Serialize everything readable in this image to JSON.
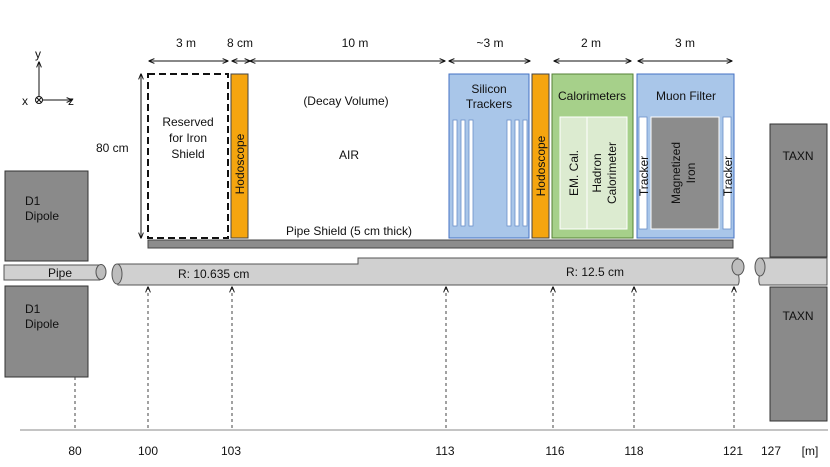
{
  "axes": {
    "y": "y",
    "x": "x",
    "z": "z"
  },
  "dimensions": {
    "iron_shield_width": "3 m",
    "hodoscope_width": "8 cm",
    "decay_volume_length": "10 m",
    "silicon_length": "~3 m",
    "calorimeter_length": "2 m",
    "muon_filter_length": "3 m",
    "height": "80 cm"
  },
  "labels": {
    "d1_dipole_top": [
      "D1",
      "Dipole"
    ],
    "d1_dipole_bottom": [
      "D1",
      "Dipole"
    ],
    "iron_shield": [
      "Reserved",
      "for Iron",
      "Shield"
    ],
    "hodoscope_1": "Hodoscope",
    "decay_volume": "(Decay Volume)",
    "air": "AIR",
    "silicon_trackers": [
      "Silicon",
      "Trackers"
    ],
    "hodoscope_2": "Hodoscope",
    "calorimeters": "Calorimeters",
    "em_cal": "EM. Cal.",
    "hadron_cal": [
      "Hadron",
      "Calorimeter"
    ],
    "muon_filter": "Muon Filter",
    "tracker_left": "Tracker",
    "magnetized_iron": [
      "Magnetized",
      "Iron"
    ],
    "tracker_right": "Tracker",
    "taxn_top": "TAXN",
    "taxn_bottom": "TAXN",
    "pipe_shield": "Pipe Shield (5 cm thick)",
    "pipe": "Pipe",
    "radius_1": "R: 10.635 cm",
    "radius_2": "R: 12.5 cm"
  },
  "axis_ticks": [
    "80",
    "100",
    "103",
    "113",
    "116",
    "118",
    "121",
    "127"
  ],
  "axis_unit": "[m]",
  "colors": {
    "hodoscope": "#f5a50f",
    "silicon": "#a9c6e9",
    "calorimeter": "#a6d08a",
    "muon_filter": "#a9c6e9",
    "iron": "#8c8c8c",
    "gray_block": "#8a8a8a",
    "pipe": "#d0d0d0",
    "pipe_shield": "#8c8c8c",
    "outline": "#4472c4"
  }
}
